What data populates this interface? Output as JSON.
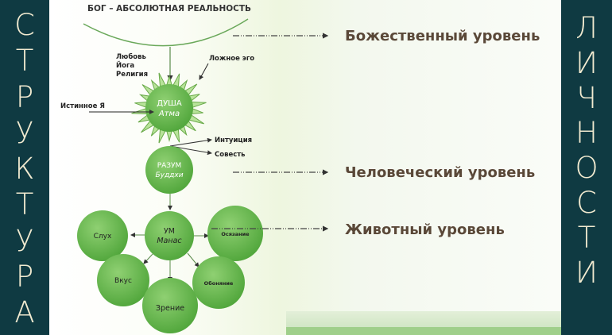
{
  "left_title": [
    "С",
    "Т",
    "Р",
    "У",
    "К",
    "Т",
    "У",
    "Р",
    "А"
  ],
  "right_title": [
    "Л",
    "И",
    "Ч",
    "Н",
    "О",
    "С",
    "Т",
    "И"
  ],
  "diagram": {
    "top": "БОГ – АБСОЛЮТНАЯ РЕАЛЬНОСТЬ",
    "paths": [
      "Любовь",
      "Йога",
      "Религия"
    ],
    "false_ego": "Ложное эго",
    "true_self": "Истинное Я",
    "soul": {
      "title": "ДУША",
      "subtitle": "Атма"
    },
    "intuition": "Интуиция",
    "conscience": "Совесть",
    "intellect": {
      "title": "РАЗУМ",
      "subtitle": "Буддхи"
    },
    "mind": {
      "title": "УМ",
      "subtitle": "Манас"
    },
    "senses": {
      "hearing": "Слух",
      "touch": "Осязание",
      "taste": "Вкус",
      "sight": "Зрение",
      "smell": "Обоняние"
    }
  },
  "levels": [
    "Божественный уровень",
    "Человеческий уровень",
    "Животный уровень"
  ],
  "colors": {
    "sidebar": "#0f3a42",
    "letters": "#f1ead0",
    "circle": "#6dbb4f",
    "level_text": "#5a4838"
  }
}
